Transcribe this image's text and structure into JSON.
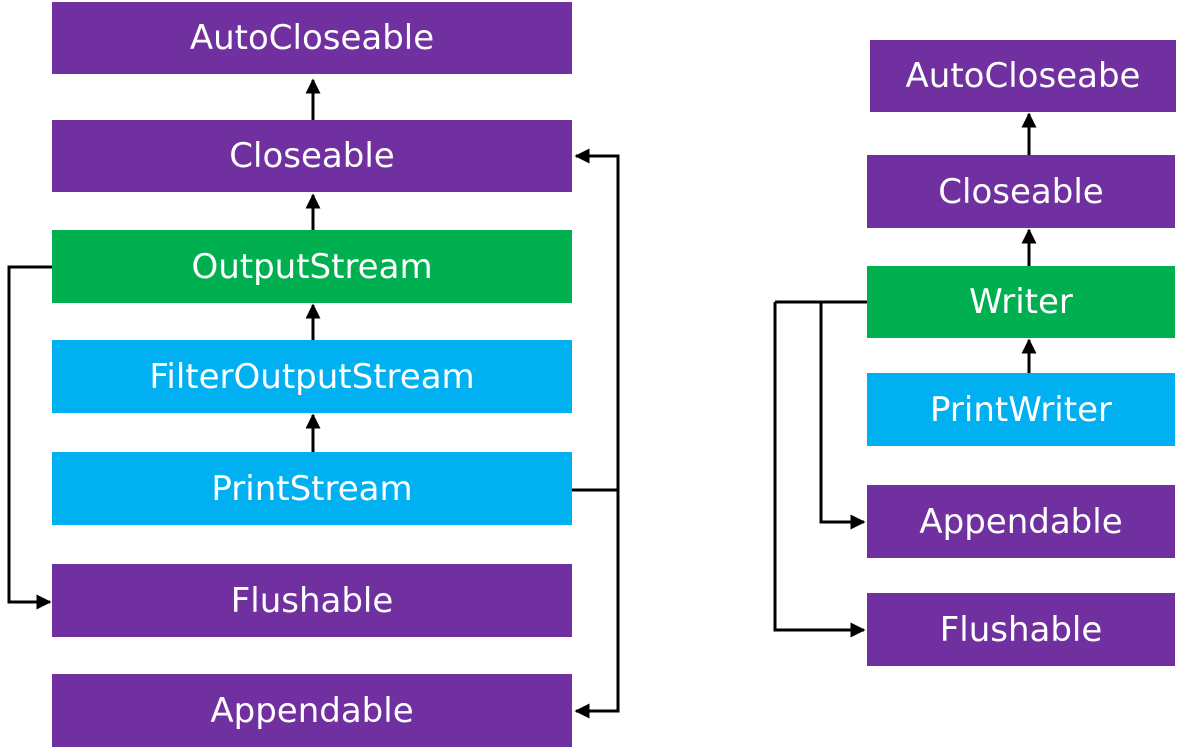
{
  "colors": {
    "interface": "#7030a0",
    "abstract_class": "#00b050",
    "concrete_class": "#00b0f0",
    "connector": "#000000"
  },
  "left_diagram": {
    "autocloseable": "AutoCloseable",
    "closeable": "Closeable",
    "outputstream": "OutputStream",
    "filteroutputstream": "FilterOutputStream",
    "printstream": "PrintStream",
    "flushable": "Flushable",
    "appendable": "Appendable"
  },
  "right_diagram": {
    "autocloseable": "AutoCloseabe",
    "closeable": "Closeable",
    "writer": "Writer",
    "printwriter": "PrintWriter",
    "appendable": "Appendable",
    "flushable": "Flushable"
  }
}
